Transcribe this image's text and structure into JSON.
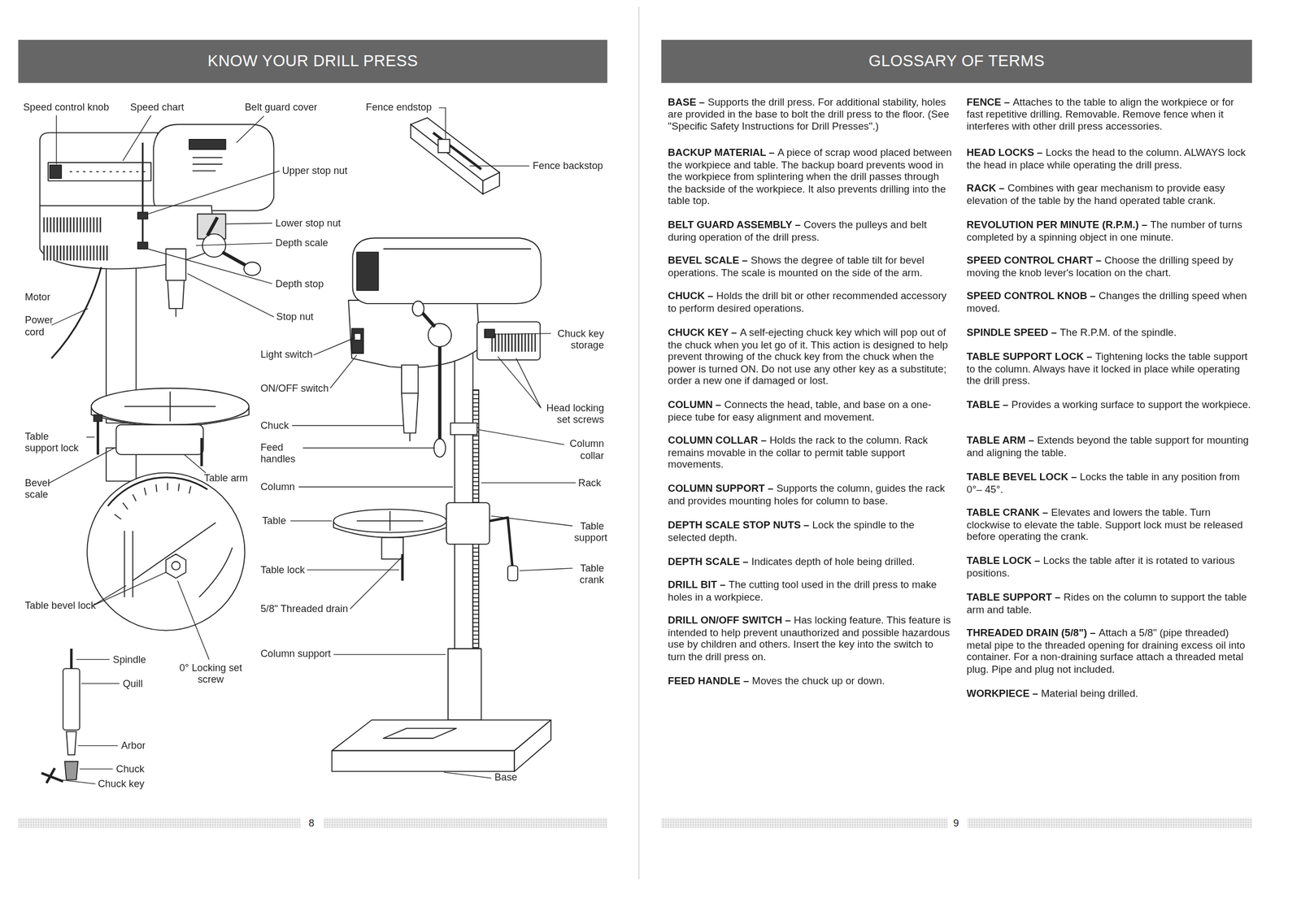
{
  "diagram": {
    "nodes": [
      {
        "text": [
          "KNOW YOUR DRILL PRESS"
        ]
      },
      {
        "text": [
          "GLOSSARY OF TERMS"
        ]
      }
    ],
    "labels": [
      "Speed control knob",
      "Speed chart",
      "Belt guard cover",
      "Fence endstop",
      "Upper stop nut",
      "Fence backstop",
      "Lower stop nut",
      "Depth scale",
      "Depth stop",
      "Motor",
      "Stop nut",
      "Power cord",
      "Chuck key storage",
      "Light switch",
      "ON/OFF switch",
      "Head locking set screws",
      "Chuck",
      "Table support lock",
      "Feed handles",
      "Column collar",
      "Table arm",
      "Bevel scale",
      "Column",
      "Rack",
      "Table",
      "Table support",
      "Table lock",
      "Table crank",
      "Table bevel lock",
      "5/8\" Threaded drain",
      "Column support",
      "Spindle",
      "0° Locking set screw",
      "Quill",
      "Arbor",
      "Chuck",
      "Chuck key",
      "Base",
      "BASE –",
      "Supports the drill press. For additional stability, holes are provided in the base to bolt the drill press to the floor. (See \"Specific Safety Instructions for Drill Presses\".)",
      "BACKUP MATERIAL –",
      "A piece of scrap wood placed between the workpiece and table. The backup board prevents wood in the workpiece from splintering when the drill passes through the backside of the workpiece. It also prevents drilling into the table top.",
      "BELT GUARD ASSEMBLY –",
      "Covers the pulleys and belt during operation of the drill press.",
      "BEVEL SCALE –",
      "Shows the degree of table tilt for bevel operations. The scale is mounted on the side of the arm.",
      "CHUCK –",
      "Holds the drill bit or other recommended accessory to perform desired operations.",
      "CHUCK KEY –",
      "A self-ejecting chuck key which will pop out of the chuck when you let go of it. This action is designed to help prevent throwing of the chuck key from the chuck when the power is turned ON. Do not use any other key as a substitute; order a new one if damaged or lost.",
      "COLUMN –",
      "Connects the head, table, and base on a one-piece tube for easy alignment and movement.",
      "COLUMN COLLAR –",
      "Holds the rack to the column. Rack remains movable in the collar to permit table support movements.",
      "COLUMN SUPPORT –",
      "Supports the column, guides the rack and provides mounting holes for column to base.",
      "DEPTH SCALE STOP NUTS –",
      "Lock the spindle to the selected depth.",
      "DEPTH SCALE –",
      "Indicates depth of hole being drilled.",
      "DRILL BIT –",
      "The cutting tool used in the drill press to make holes in a workpiece.",
      "DRILL ON/OFF SWITCH –",
      "Has locking feature. This feature is intended to help prevent unauthorized and possible hazardous use by children and others. Insert the key into the switch to turn the drill press on.",
      "FEED HANDLE –",
      "Moves the chuck up or down.",
      "FENCE –",
      "Attaches to the table to align the workpiece or for fast repetitive drilling. Removable. Remove fence when it interferes with other drill press accessories.",
      "HEAD LOCKS –",
      "Locks the head to the column. ALWAYS lock the head in place while operating the drill press.",
      "RACK –",
      "Combines with gear mechanism to provide easy elevation of the table by the hand operated table crank.",
      "REVOLUTION PER MINUTE (R.P.M.) –",
      "The number of turns completed by a spinning object in one minute.",
      "SPEED CONTROL CHART –",
      "Choose the drilling speed by moving the knob lever's location on the chart.",
      "SPEED CONTROL KNOB –",
      "Changes the drilling speed when moved.",
      "SPINDLE SPEED –",
      "The R.P.M. of the spindle.",
      "TABLE SUPPORT LOCK –",
      "Tightening locks the table support to the column. Always have it locked in place while operating the drill press.",
      "TABLE –",
      "Provides a working surface to support the workpiece.",
      "TABLE ARM –",
      "Extends beyond the table support for mounting and aligning the table.",
      "TABLE BEVEL LOCK –",
      "Locks the table in any position from 0°– 45°.",
      "TABLE CRANK –",
      "Elevates and lowers the table. Turn clockwise to elevate the table. Support lock must be released before operating the crank.",
      "TABLE LOCK –",
      "Locks the table after it is rotated to various positions.",
      "TABLE SUPPORT –",
      "Rides on the column to support the table arm and table.",
      "THREADED DRAIN (5/8\") –",
      "Attach a 5/8\" (pipe threaded) metal pipe to the threaded opening for draining excess oil into container. For a non-draining surface attach a threaded metal plug. Pipe and plug not included.",
      "WORKPIECE –",
      "Material being drilled.",
      "8",
      "9"
    ]
  }
}
